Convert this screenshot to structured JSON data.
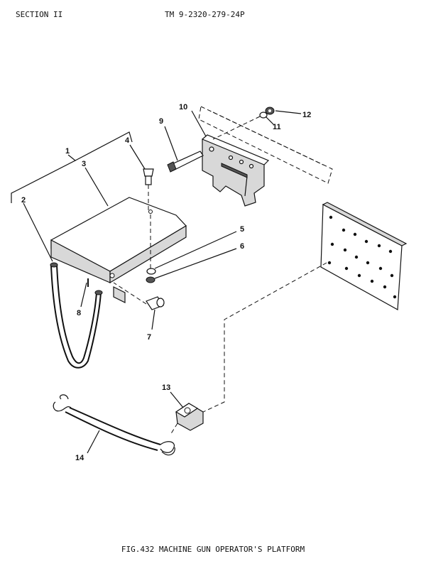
{
  "header": {
    "left": "SECTION II",
    "right": "TM 9-2320-279-24P"
  },
  "caption": "FIG.432 MACHINE GUN OPERATOR'S PLATFORM",
  "callouts": [
    "1",
    "2",
    "3",
    "4",
    "5",
    "6",
    "7",
    "8",
    "9",
    "10",
    "11",
    "12",
    "13",
    "14"
  ]
}
